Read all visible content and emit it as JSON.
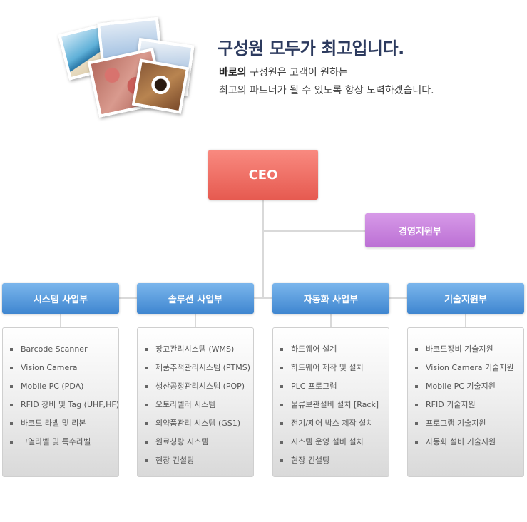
{
  "header": {
    "title": "구성원 모두가 최고입니다.",
    "brand": "바로의",
    "subtitle_line1_rest": " 구성원은 고객이 원하는",
    "subtitle_line2": "최고의 파트너가 될 수 있도록 항상 노력하겠습니다."
  },
  "org": {
    "ceo": "CEO",
    "support": "경영지원부",
    "divisions": [
      {
        "name": "시스템 사업부",
        "items": [
          "Barcode Scanner",
          "Vision Camera",
          "Mobile PC (PDA)",
          "RFID 장비 및 Tag (UHF,HF)",
          "바코드 라벨 및 리본",
          "고열라벨 및 특수라벨"
        ]
      },
      {
        "name": "솔루션 사업부",
        "items": [
          "창고관리시스템 (WMS)",
          "제품추적관리시스템 (PTMS)",
          "생산공정관리시스템 (POP)",
          "오토라벨러 시스템",
          "의약품관리 시스템 (GS1)",
          "원료칭량 시스템",
          "현장 컨설팅"
        ]
      },
      {
        "name": "자동화 사업부",
        "items": [
          "하드웨어 설계",
          "하드웨어 제작 및 설치",
          "PLC 프로그램",
          "물류보관설비 설치 [Rack]",
          "전기/제어 박스 제작 설치",
          "시스템 운영 설비 설치",
          "현장 컨설팅"
        ]
      },
      {
        "name": "기술지원부",
        "items": [
          "바코드장비 기술지원",
          "Vision Camera 기술지원",
          "Mobile PC 기술지원",
          "RFID 기술지원",
          "프로그램 기술지원",
          "자동화 설비 기술지원"
        ]
      }
    ]
  },
  "colors": {
    "ceo": "#e65a50",
    "support": "#bb6fd4",
    "division": "#3f86d0",
    "title": "#2c3a5e"
  }
}
